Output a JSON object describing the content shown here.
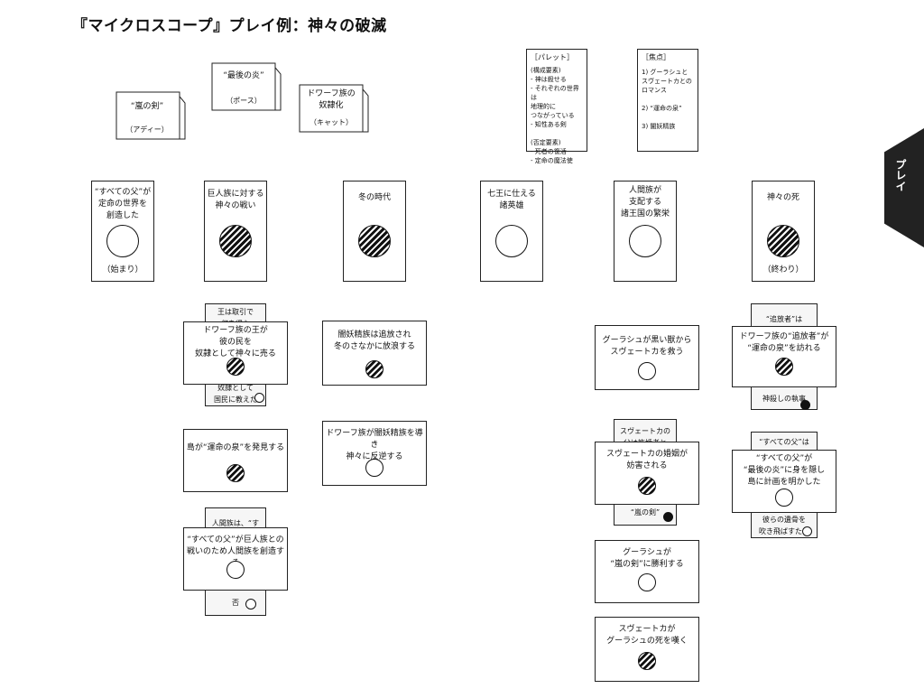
{
  "title": "『マイクロスコープ』プレイ例：神々の破滅",
  "side_tab": "プレイ",
  "tents": [
    {
      "title": "“嵐の剣”",
      "owner": "（アディー）"
    },
    {
      "title": "“最後の炎”",
      "owner": "（ポース）"
    },
    {
      "title": "ドワーフ族の\n奴隷化",
      "owner": "（キャット）"
    }
  ],
  "palette": {
    "heading": "［パレット］",
    "body": "(構成要素)\n- 神は殺せる\n- それぞれの世界は\n    地理的に\n    つながっている\n- 知性ある剣\n\n(否定要素)\n- 死者の復活\n- 定命の魔法使"
  },
  "focus": {
    "heading": "［焦点］",
    "body": "1) グーラシュと\n    スヴェートカとの\n    ロマンス\n\n2) “運命の泉”\n\n3) 闇妖精族"
  },
  "periods": [
    {
      "label": "“すべての父”が\n定命の世界を\n創造した",
      "bottom": "（始まり）"
    },
    {
      "label": "巨人族に対する\n神々の戦い",
      "bottom": ""
    },
    {
      "label": "冬の時代",
      "bottom": ""
    },
    {
      "label": "七王に仕える\n諸英雄",
      "bottom": ""
    },
    {
      "label": "人間族が\n支配する\n諸王国の繁栄",
      "bottom": ""
    },
    {
      "label": "神々の死",
      "bottom": "（終わり）"
    }
  ],
  "events": {
    "e1": "ドワーフ族の王が\n彼の民を\n奴隷として神々に売る",
    "e1_back_top": "王は取引で\n何を得た",
    "e1_back_bottom": "奴隷として\n国民に教えた",
    "e2": "島が“運命の泉”を発見する",
    "e3": "“すべての父”が巨人族との\n戦いのため人間族を創造する",
    "e3_back_top": "人間族は、“す",
    "e3_back_bottom": "否",
    "e4": "闇妖精族は追放され\n冬のさなかに放浪する",
    "e5": "ドワーフ族が闇妖精族を導き\n神々に反逆する",
    "e6": "グーラシュが黒い獣から\nスヴェートカを救う",
    "e7": "スヴェートカの婚姻が\n妨害される",
    "e7_back_top": "スヴェートカの\n父は許婚者と",
    "e7_back_bottom": "“嵐の剣”",
    "e8": "グーラシュが\n“嵐の剣”に勝利する",
    "e9": "スヴェートカが\nグーラシュの死を嘆く",
    "e10": "ドワーフ族の“追放者”が\n“運命の泉”を訪れる",
    "e10_back_top": "“追放者”は",
    "e10_back_bottom": "神殺しの執事",
    "e11": "“すべての父”が\n“最後の炎”に身を隠し\n島に計画を明かした",
    "e11_back_top": "“すべての父”は\nすべてを見せた",
    "e11_back_bottom": "彼らの遺骨を\n吹き飛ばすため"
  }
}
